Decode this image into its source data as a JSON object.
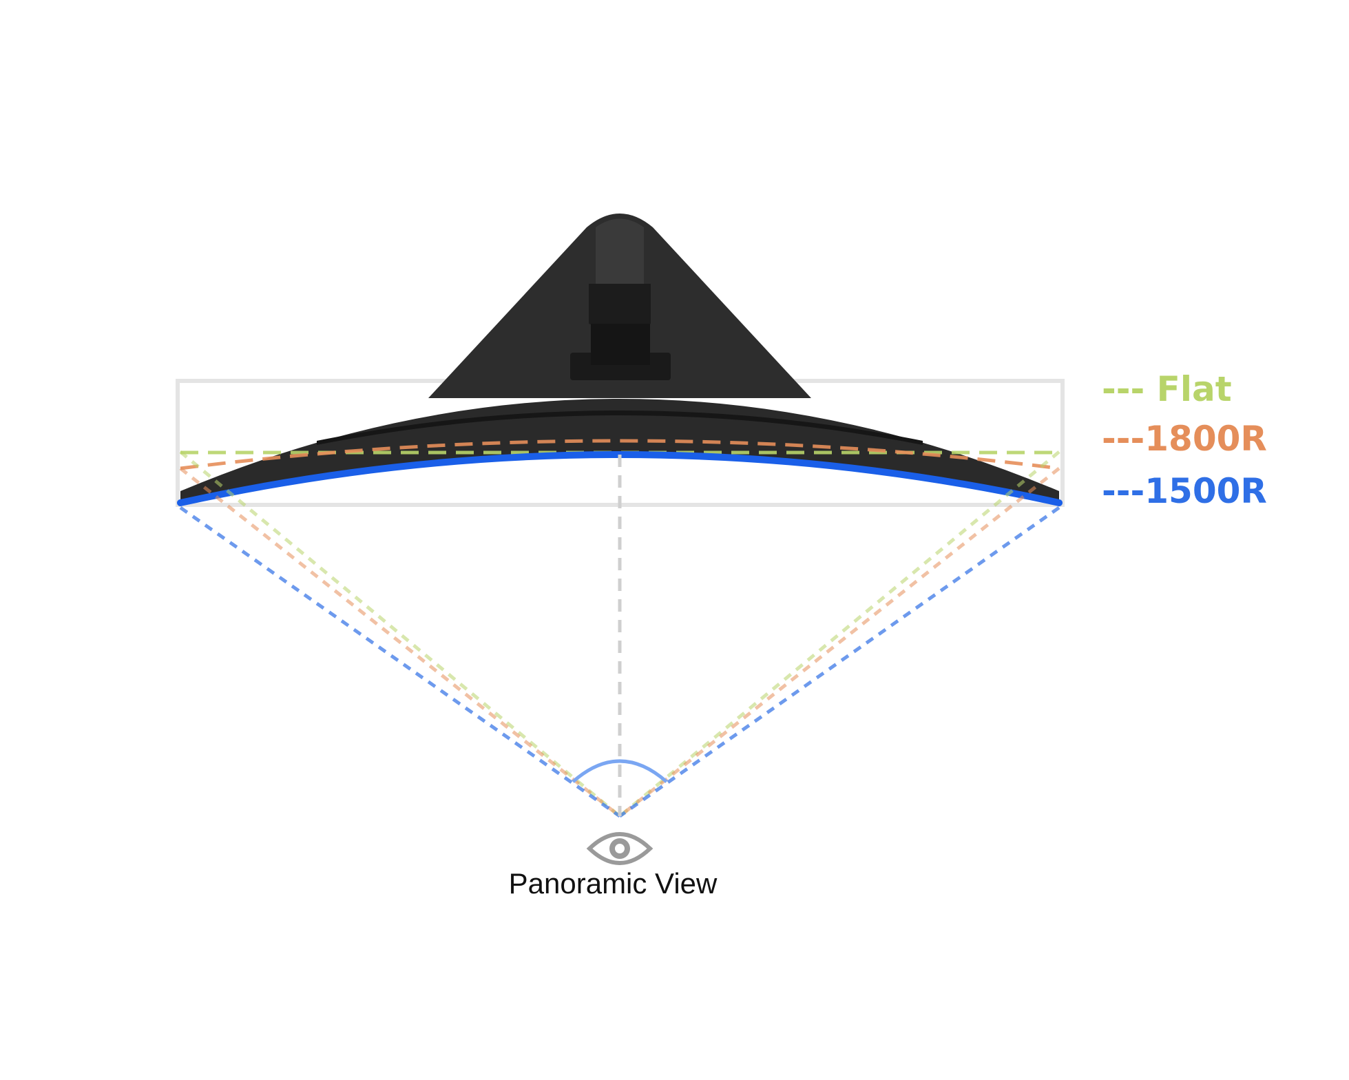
{
  "legend": [
    {
      "label": "--- Flat",
      "curvature": "Flat",
      "color": "#b8d46a"
    },
    {
      "label": "---1800R",
      "curvature": "1800R",
      "color": "#e58e5a"
    },
    {
      "label": "---1500R",
      "curvature": "1500R",
      "color": "#2f6fe6"
    }
  ],
  "caption": "Panoramic View",
  "colors": {
    "monitor_body": "#2a2a2a",
    "flat_outline": "#e4e4e4",
    "center_line": "#cfcfcf",
    "view_arc": "#7aa6f2",
    "eye_icon": "#9a9a9a"
  },
  "icons": {
    "viewer": "eye-icon"
  }
}
